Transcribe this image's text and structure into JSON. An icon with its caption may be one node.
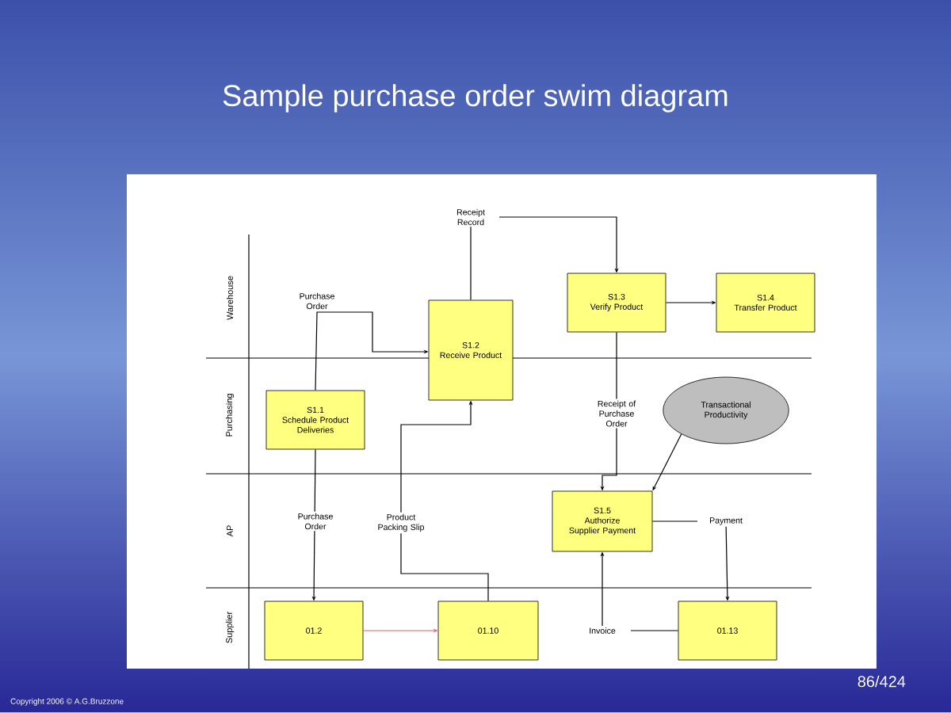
{
  "diagram": {
    "title": "Sample purchase order swim diagram",
    "nodes": [
      {
        "text": [
          "S1.1",
          "Schedule Product Deliveries"
        ]
      },
      {
        "text": [
          "S1.2",
          "Receive Product"
        ]
      },
      {
        "text": [
          "S1.3",
          "Verify Product"
        ]
      },
      {
        "text": [
          "S1.4",
          "Transfer Product"
        ]
      },
      {
        "text": [
          "Transactional Productivity"
        ]
      },
      {
        "text": [
          "S1.5",
          "Authorize Supplier Payment"
        ]
      },
      {
        "text": [
          "01.2"
        ]
      },
      {
        "text": [
          "01.10"
        ]
      },
      {
        "text": [
          "01.13"
        ]
      }
    ],
    "edges": [
      {
        "from": 0,
        "to": 1,
        "arrow": "to",
        "label": "Purchase Order"
      },
      {
        "from": 1,
        "to": 2,
        "arrow": "to",
        "label": "Receipt Record"
      },
      {
        "from": 2,
        "to": 3,
        "arrow": "to"
      },
      {
        "from": 2,
        "to": 5,
        "arrow": "to",
        "label": "Receipt of Purchase Order"
      },
      {
        "from": 4,
        "to": 5,
        "arrow": "to"
      },
      {
        "from": 0,
        "to": 6,
        "arrow": "to",
        "label": "Purchase Order"
      },
      {
        "from": 6,
        "to": 7,
        "arrow": "to",
        "color": "#e06070"
      },
      {
        "from": 7,
        "to": 1,
        "arrow": "to",
        "label": "Product Packing Slip"
      },
      {
        "from": 5,
        "to": 8,
        "arrow": "to",
        "label": "Payment"
      },
      {
        "from": 8,
        "to": 5,
        "arrow": "to",
        "label": "Invoice"
      }
    ],
    "labels": [
      "Warehouse",
      "Purchasing",
      "AP",
      "Supplier",
      "86/424",
      "Copyright 2006 © A.G.Bruzzone"
    ]
  }
}
